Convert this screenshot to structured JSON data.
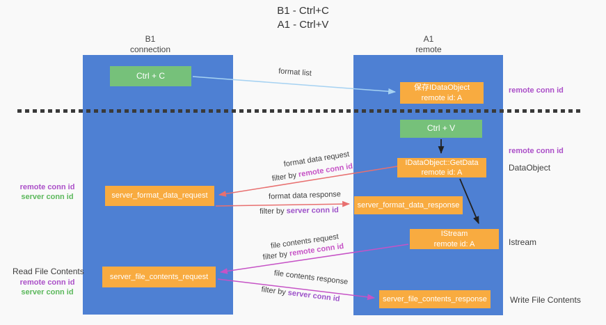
{
  "title": {
    "line1": "B1 - Ctrl+C",
    "line2": "A1 - Ctrl+V"
  },
  "lanes": {
    "left": {
      "title": "B1",
      "subtitle": "connection"
    },
    "right": {
      "title": "A1",
      "subtitle": "remote"
    }
  },
  "nodes": {
    "ctrl_c": "Ctrl + C",
    "ctrl_v": "Ctrl + V",
    "save_idataobject": {
      "line1": "保存IDataObject",
      "line2": "remote id: A"
    },
    "getdata": {
      "line1": "IDataObject::GetData",
      "line2": "remote id: A"
    },
    "istream": {
      "line1": "IStream",
      "line2": "remote id: A"
    },
    "server_format_data_request": "server_format_data_request",
    "server_format_data_response": "server_format_data_response",
    "server_file_contents_request": "server_file_contents_request",
    "server_file_contents_response": "server_file_contents_response"
  },
  "edge_labels": {
    "format_list": "format list",
    "format_data_request": "format data request",
    "format_data_response": "format data response",
    "file_contents_request": "file contents request",
    "file_contents_response": "file contents response",
    "filter_by": "filter by "
  },
  "labels": {
    "remote_conn_id": "remote conn id",
    "server_conn_id": "server conn id",
    "dataobject": "DataObject",
    "istream": "Istream",
    "read_file_contents": "Read File Contents",
    "write_file_contents": "Write File Contents"
  },
  "colors": {
    "lane_blue": "#4e80d3",
    "box_green": "#76c17a",
    "box_orange": "#f8ab40",
    "arrow_light_blue": "#a6d2f2",
    "arrow_red": "#e87070",
    "arrow_magenta": "#c653c6",
    "arrow_black": "#212121",
    "text_purple": "#ab4fc8",
    "text_magenta": "#c653c6",
    "text_green": "#5cb85c"
  }
}
